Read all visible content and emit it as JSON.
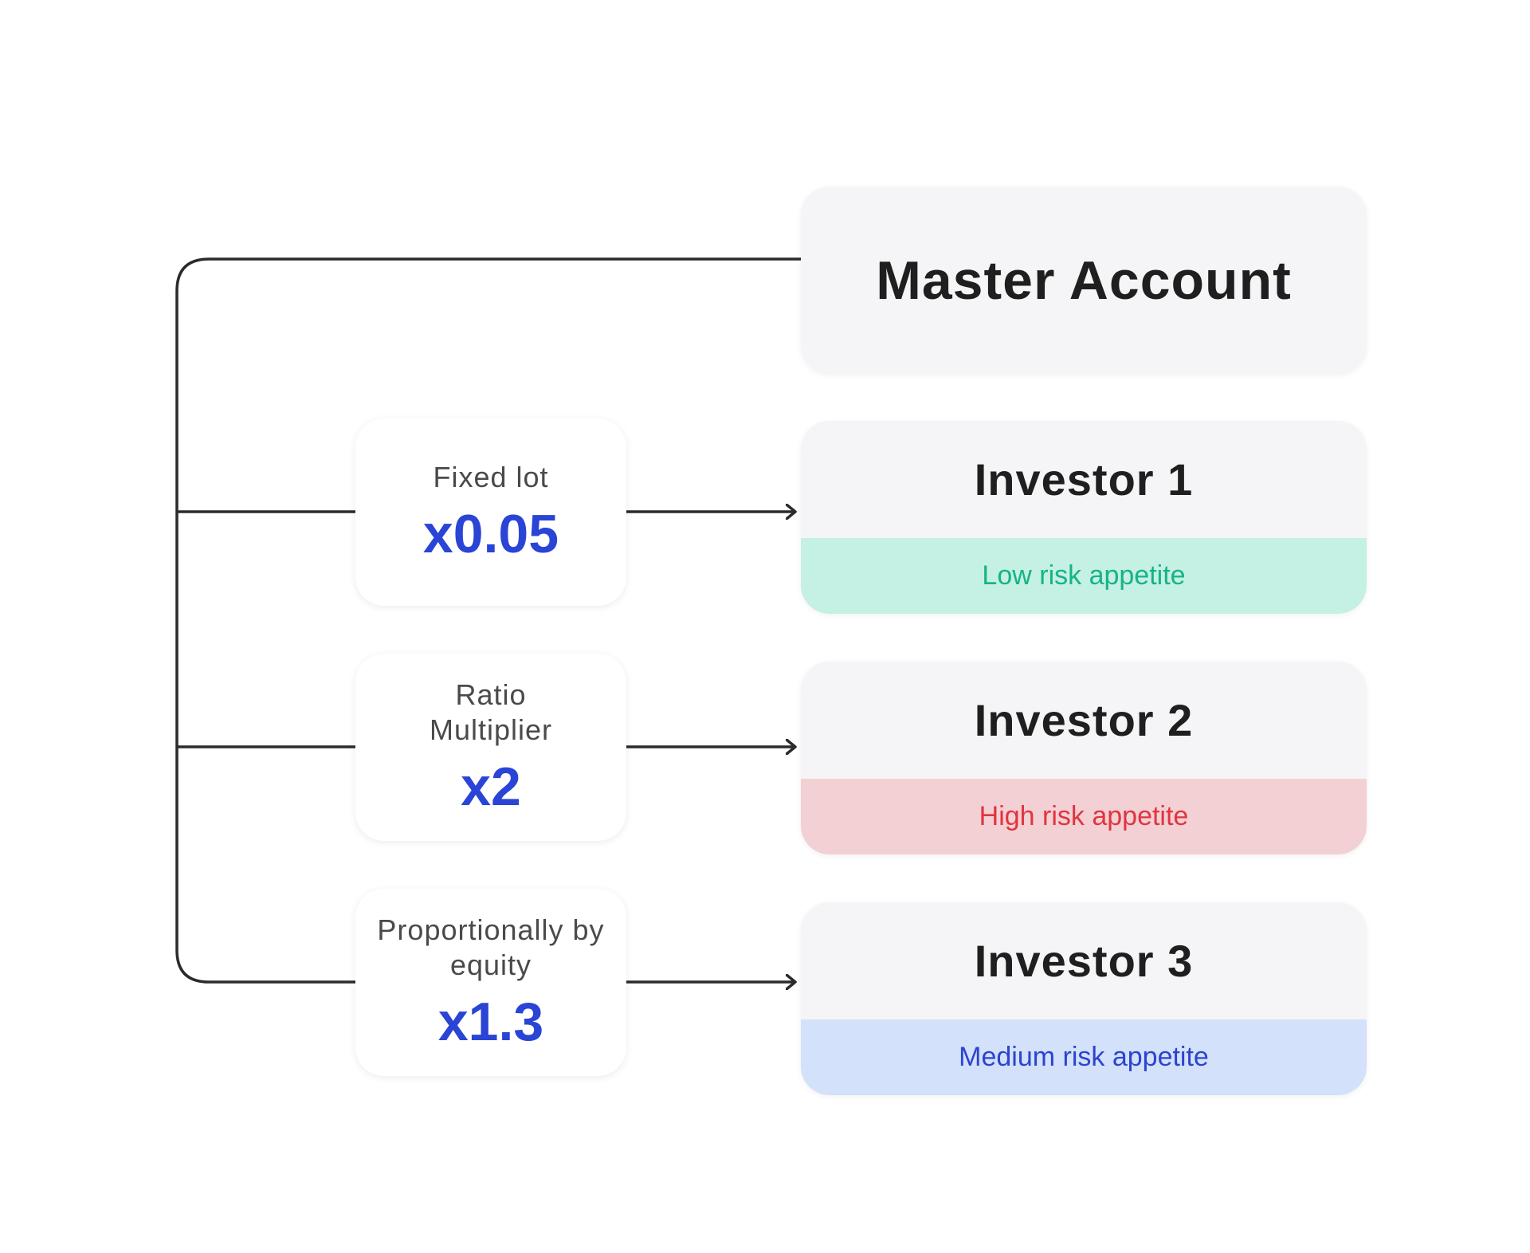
{
  "master": {
    "title": "Master Account"
  },
  "methods": [
    {
      "label": "Fixed lot",
      "value": "x0.05"
    },
    {
      "label": "Ratio Multiplier",
      "value": "x2"
    },
    {
      "label": "Proportionally by equity",
      "value": "x1.3"
    }
  ],
  "investors": [
    {
      "name": "Investor 1",
      "risk": "Low risk appetite",
      "risk_color": "#16b386",
      "risk_bg": "#c5f0e4"
    },
    {
      "name": "Investor 2",
      "risk": "High risk appetite",
      "risk_color": "#e0353f",
      "risk_bg": "#f3d0d4"
    },
    {
      "name": "Investor 3",
      "risk": "Medium risk appetite",
      "risk_color": "#2c44cf",
      "risk_bg": "#d3e1fa"
    }
  ],
  "colors": {
    "accent_value": "#2a44d6",
    "connector": "#2b2b2b"
  }
}
